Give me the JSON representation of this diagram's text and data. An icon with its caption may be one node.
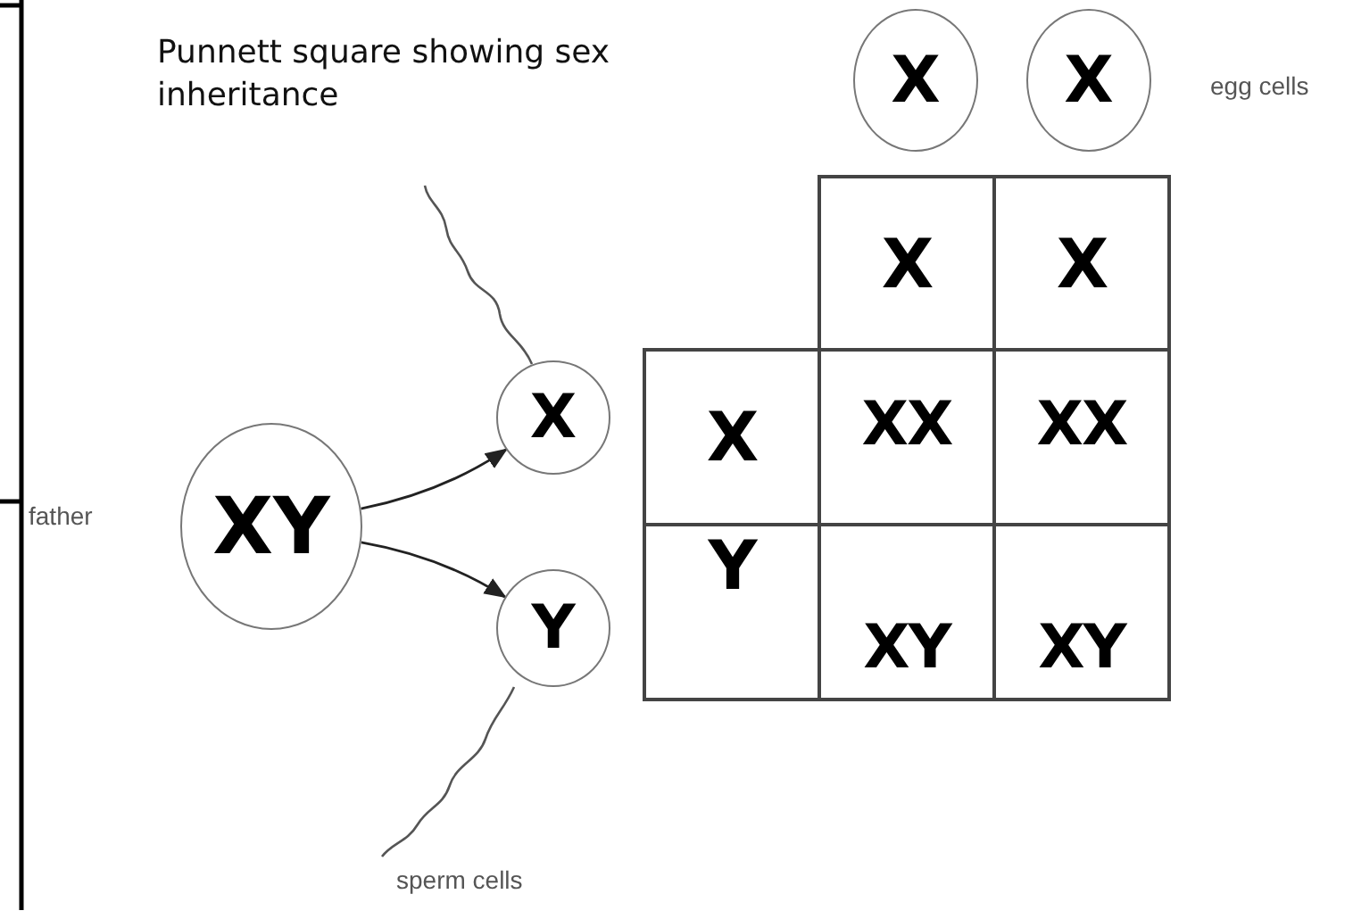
{
  "diagram": {
    "title": "Punnett square showing sex inheritance",
    "nodes": [
      {
        "text": [
          "XY"
        ]
      },
      {
        "text": [
          "X"
        ]
      },
      {
        "text": [
          "Y"
        ]
      },
      {
        "text": [
          "X"
        ]
      },
      {
        "text": [
          "X"
        ]
      }
    ],
    "edges": [
      {
        "from": 0,
        "to": 1,
        "arrow": "to"
      },
      {
        "from": 0,
        "to": 2,
        "arrow": "to"
      }
    ],
    "labels": [
      "egg cells",
      "X",
      "X",
      "X",
      "XX",
      "XX",
      "Y",
      "XY",
      "XY",
      "father",
      "sperm cells"
    ]
  }
}
